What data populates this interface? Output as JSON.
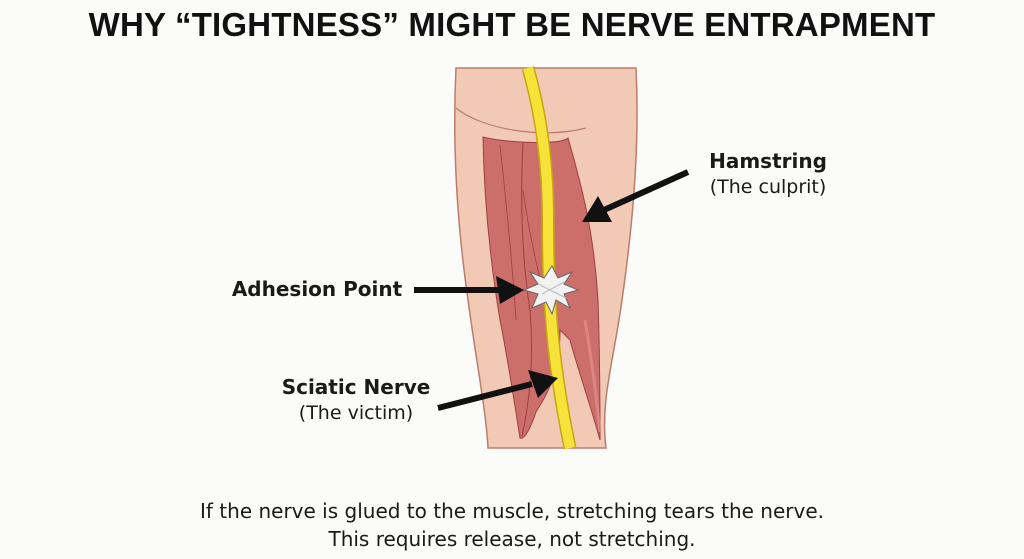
{
  "title": "WHY “TIGHTNESS” MIGHT BE NERVE ENTRAPMENT",
  "labels": {
    "hamstring": {
      "name": "Hamstring",
      "role": "(The culprit)"
    },
    "adhesion": {
      "name": "Adhesion Point"
    },
    "sciatic": {
      "name": "Sciatic Nerve",
      "role": "(The victim)"
    }
  },
  "caption": {
    "line1": "If the nerve is glued to the muscle, stretching tears the nerve.",
    "line2": "This requires release, not stretching."
  },
  "colors": {
    "skin": "#f2c9b4",
    "skin_outline": "#b97e6c",
    "muscle": "#cc6f6a",
    "muscle_line": "#9c4040",
    "nerve": "#f7e23a",
    "nerve_outline": "#c9a512",
    "arrow": "#111111",
    "adhesion": "#f2f2f2"
  }
}
